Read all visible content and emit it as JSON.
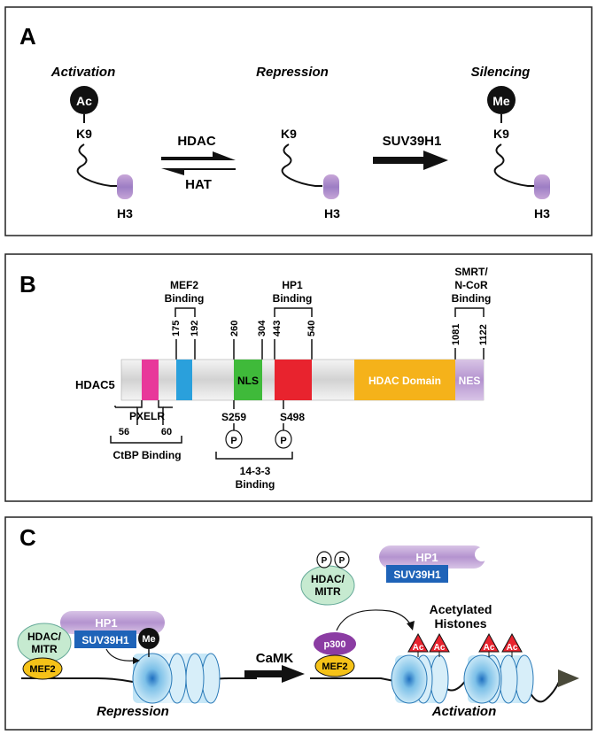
{
  "panelA": {
    "letter": "A",
    "state1": {
      "title": "Activation",
      "mark": "Ac",
      "residue": "K9",
      "histone": "H3"
    },
    "state2": {
      "title": "Repression",
      "residue": "K9",
      "histone": "H3"
    },
    "state3": {
      "title": "Silencing",
      "mark": "Me",
      "residue": "K9",
      "histone": "H3"
    },
    "arrow_forward_label": "HDAC",
    "arrow_back_label": "HAT",
    "arrow2_label": "SUV39H1"
  },
  "panelB": {
    "letter": "B",
    "protein": "HDAC5",
    "mef2_binding": "MEF2\nBinding",
    "mef2_line1": "MEF2",
    "mef2_line2": "Binding",
    "hp1_line1": "HP1",
    "hp1_line2": "Binding",
    "smrt_line1": "SMRT/",
    "smrt_line2": "N-CoR",
    "smrt_line3": "Binding",
    "positions": [
      "175",
      "192",
      "260",
      "304",
      "443",
      "540",
      "1081",
      "1122"
    ],
    "domain_nls": "NLS",
    "domain_hdac": "HDAC Domain",
    "domain_nes": "NES",
    "motif": "PXELR",
    "ctbp_start": "56",
    "ctbp_end": "60",
    "ctbp_label": "CtBP Binding",
    "site1": "S259",
    "site2": "S498",
    "phospho": "P",
    "binding1433_line1": "14-3-3",
    "binding1433_line2": "Binding",
    "colors": {
      "pink": "#e8389a",
      "blue": "#2aa0dc",
      "green": "#3fba3a",
      "red": "#e8232e",
      "orange": "#f5b21a",
      "lavender": "#c9a8d8"
    }
  },
  "panelC": {
    "letter": "C",
    "hp1": "HP1",
    "suv39h1": "SUV39H1",
    "hdac_line1": "HDAC/",
    "hdac_line2": "MITR",
    "mef2": "MEF2",
    "me": "Me",
    "camk": "CaMK",
    "p300": "p300",
    "acetyl_line1": "Acetylated",
    "acetyl_line2": "Histones",
    "ac": "Ac",
    "phospho": "P",
    "repression": "Repression",
    "activation": "Activation"
  }
}
